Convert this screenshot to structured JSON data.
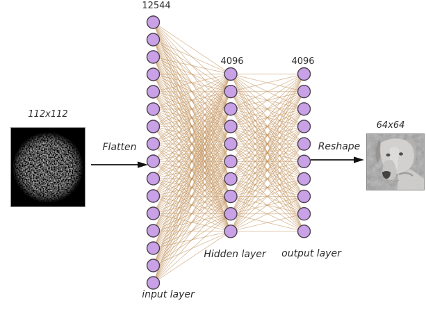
{
  "figure": {
    "network": {
      "node_fill": "#c9a1e6",
      "node_stroke": "#4a3f4d",
      "edge_color": "#bf8e55",
      "layers": [
        {
          "size_label": "12544",
          "name_label": "input layer",
          "node_count": 16
        },
        {
          "size_label": "4096",
          "name_label": "Hidden layer",
          "node_count": 10
        },
        {
          "size_label": "4096",
          "name_label": "output layer",
          "node_count": 10
        }
      ]
    },
    "input_image": {
      "label": "112x112"
    },
    "output_image": {
      "label": "64x64"
    },
    "flatten_arrow": {
      "label": "Flatten"
    },
    "reshape_arrow": {
      "label": "Reshape"
    }
  }
}
